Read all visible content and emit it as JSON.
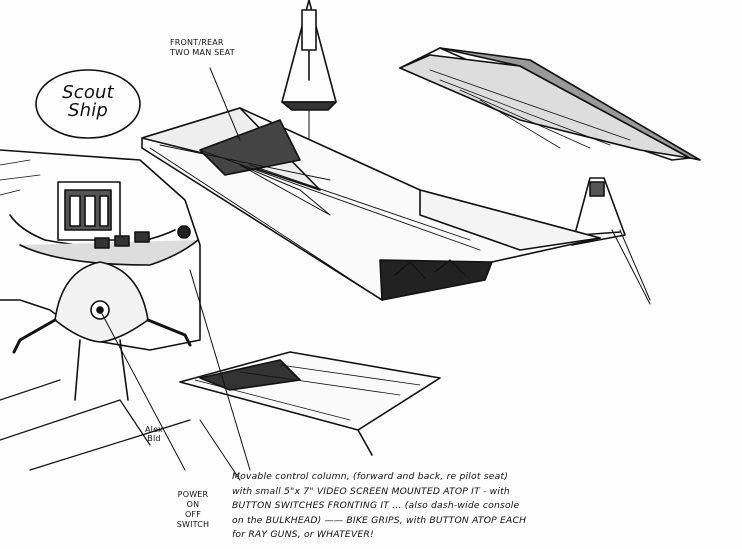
{
  "title": "Scout Ship",
  "seat_label": {
    "line1": "FRONT/REAR",
    "line2": "TWO MAN SEAT"
  },
  "power_label": {
    "line1": "POWER",
    "line2": "ON",
    "line3": "OFF",
    "line4": "SWITCH"
  },
  "signature": {
    "line1": "Alex",
    "line2": "Bld"
  },
  "notes": {
    "line1": "Movable control column, (forward and back, re pilot seat)",
    "line2": "with small 5\"x 7\" VIDEO SCREEN MOUNTED ATOP IT - with",
    "line3": "BUTTON SWITCHES FRONTING IT ... (also dash-wide console",
    "line4": "on the BULKHEAD) —— BIKE GRIPS, with BUTTON ATOP EACH",
    "line5": "for RAY GUNS, or WHATEVER!"
  }
}
